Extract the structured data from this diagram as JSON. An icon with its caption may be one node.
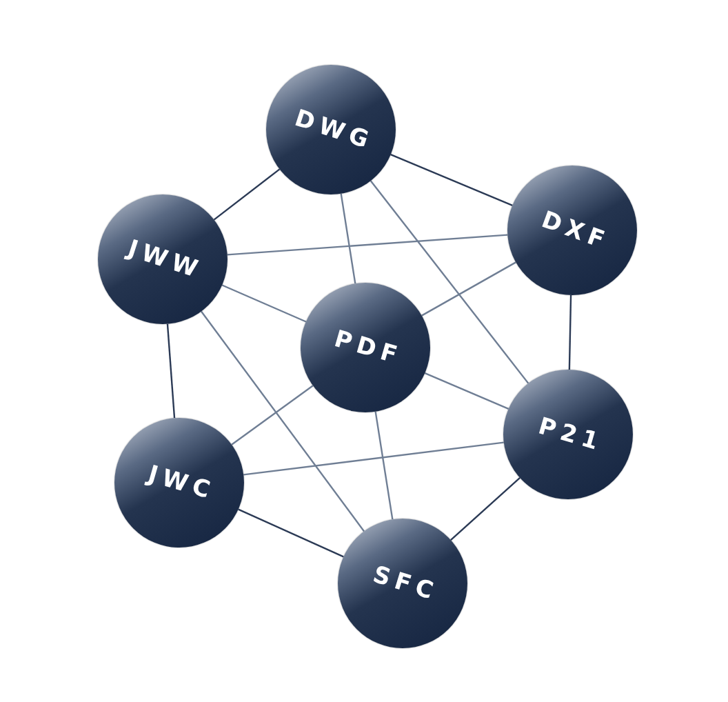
{
  "diagram": {
    "nodes": [
      {
        "text": [
          "DWG"
        ]
      },
      {
        "text": [
          "DXF"
        ]
      },
      {
        "text": [
          "JWW"
        ]
      },
      {
        "text": [
          "PDF"
        ]
      },
      {
        "text": [
          "P21"
        ]
      },
      {
        "text": [
          "JWC"
        ]
      },
      {
        "text": [
          "SFC"
        ]
      }
    ],
    "edges": [
      {
        "from": 0,
        "to": 1,
        "arrow": "none",
        "color": "#2b3a55"
      },
      {
        "from": 0,
        "to": 2,
        "arrow": "none",
        "color": "#2b3a55"
      },
      {
        "from": 1,
        "to": 4,
        "arrow": "none",
        "color": "#2b3a55"
      },
      {
        "from": 4,
        "to": 6,
        "arrow": "none",
        "color": "#2b3a55"
      },
      {
        "from": 6,
        "to": 5,
        "arrow": "none",
        "color": "#2b3a55"
      },
      {
        "from": 5,
        "to": 2,
        "arrow": "none",
        "color": "#2b3a55"
      },
      {
        "from": 0,
        "to": 3,
        "arrow": "none"
      },
      {
        "from": 0,
        "to": 4,
        "arrow": "none"
      },
      {
        "from": 2,
        "to": 1,
        "arrow": "none"
      },
      {
        "from": 2,
        "to": 3,
        "arrow": "none"
      },
      {
        "from": 2,
        "to": 6,
        "arrow": "none"
      },
      {
        "from": 1,
        "to": 3,
        "arrow": "none"
      },
      {
        "from": 3,
        "to": 5,
        "arrow": "none"
      },
      {
        "from": 3,
        "to": 4,
        "arrow": "none"
      },
      {
        "from": 3,
        "to": 6,
        "arrow": "none"
      },
      {
        "from": 5,
        "to": 4,
        "arrow": "none"
      }
    ]
  }
}
